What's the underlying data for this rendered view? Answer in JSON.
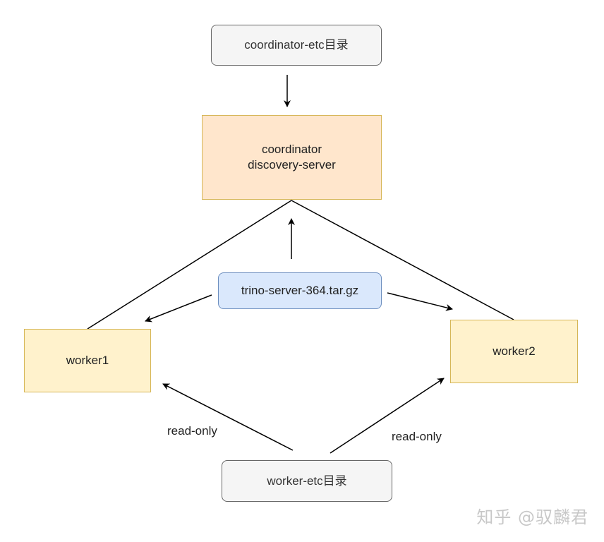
{
  "nodes": {
    "coordinator_etc": "coordinator-etc目录",
    "coordinator_line1": "coordinator",
    "coordinator_line2": "discovery-server",
    "tarball": "trino-server-364.tar.gz",
    "worker1": "worker1",
    "worker2": "worker2",
    "worker_etc": "worker-etc目录"
  },
  "edge_labels": {
    "left": "read-only",
    "right": "read-only"
  },
  "watermark": "知乎 @驭麟君",
  "colors": {
    "gray_fill": "#f5f5f5",
    "orange_fill": "#ffe6cc",
    "yellow_fill": "#fff2cc",
    "blue_fill": "#dae8fc",
    "yellow_border": "#d6b656",
    "blue_border": "#6c8ebf"
  }
}
